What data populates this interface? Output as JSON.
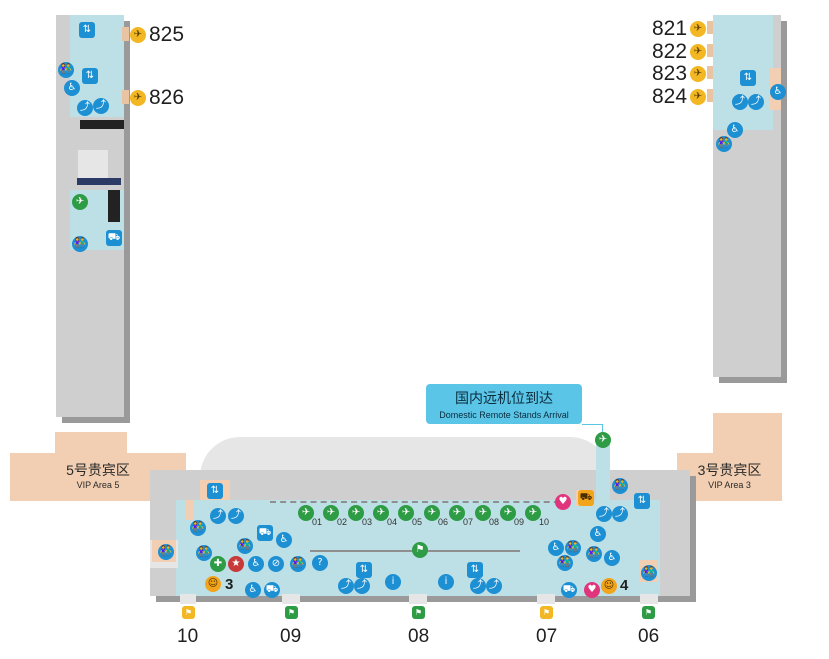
{
  "gates_left_pier": [
    {
      "number": "825",
      "icon": "departure-gate-icon"
    },
    {
      "number": "826",
      "icon": "departure-gate-icon"
    }
  ],
  "gates_right_pier": [
    {
      "number": "821",
      "icon": "departure-gate-icon"
    },
    {
      "number": "822",
      "icon": "departure-gate-icon"
    },
    {
      "number": "823",
      "icon": "departure-gate-icon"
    },
    {
      "number": "824",
      "icon": "departure-gate-icon"
    }
  ],
  "callout": {
    "title": "国内远机位到达",
    "subtitle": "Domestic Remote Stands Arrival"
  },
  "vip_left": {
    "title": "5号贵宾区",
    "subtitle": "VIP Area 5"
  },
  "vip_right": {
    "title": "3号贵宾区",
    "subtitle": "VIP Area 3"
  },
  "remote_stands": [
    "01",
    "02",
    "03",
    "04",
    "05",
    "06",
    "07",
    "08",
    "09",
    "10"
  ],
  "bottom_gates": [
    {
      "label": "10",
      "icon": "bus-gate-icon",
      "color": "#f2b722"
    },
    {
      "label": "09",
      "icon": "bus-gate-icon",
      "color": "#2e9b45"
    },
    {
      "label": "08",
      "icon": "bus-gate-icon",
      "color": "#2e9b45"
    },
    {
      "label": "07",
      "icon": "bus-gate-icon",
      "color": "#f2b722"
    },
    {
      "label": "06",
      "icon": "bus-gate-icon",
      "color": "#2e9b45"
    }
  ],
  "counter_badges": [
    "3",
    "4"
  ],
  "colors": {
    "floor": "#bde0e6",
    "structure": "#cfcfcf",
    "vip": "#f2cfb2",
    "service_icon": "#1d8fd3",
    "arrival_icon": "#2e9b45",
    "departure_icon": "#f2b722",
    "callout": "#5bc5e8"
  }
}
